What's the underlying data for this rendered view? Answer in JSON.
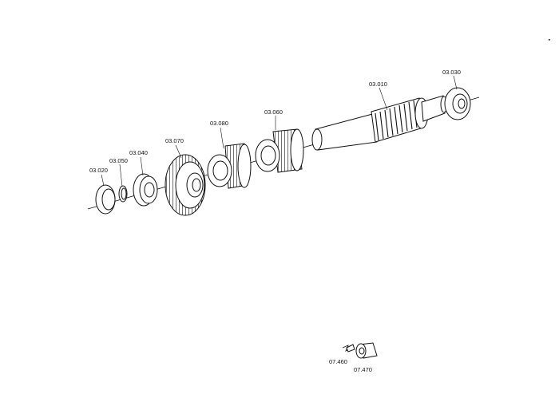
{
  "parts": [
    {
      "id": "shaft",
      "label": "03.010"
    },
    {
      "id": "seal-ring",
      "label": "03.020"
    },
    {
      "id": "bearing-right",
      "label": "03.030"
    },
    {
      "id": "bearing-left",
      "label": "03.040"
    },
    {
      "id": "snap-ring",
      "label": "03.050"
    },
    {
      "id": "gear-small",
      "label": "03.060"
    },
    {
      "id": "gear-large",
      "label": "03.070"
    },
    {
      "id": "gear-medium",
      "label": "03.080"
    },
    {
      "id": "clip",
      "label": "07.460"
    },
    {
      "id": "bushing",
      "label": "07.470"
    }
  ]
}
